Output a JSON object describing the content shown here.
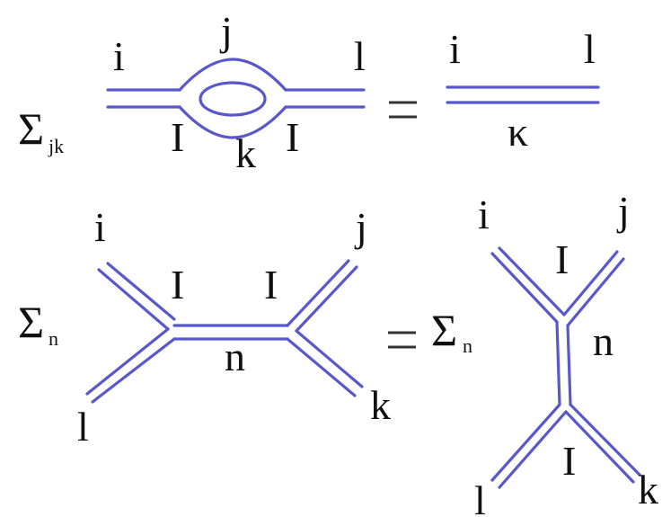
{
  "colors": {
    "line": "#5858cc",
    "text": "#111111",
    "background": "#ffffff"
  },
  "top_equation": {
    "sum_symbol": "Σ",
    "sum_subscript": "jk",
    "lhs_labels": {
      "i": "i",
      "j": "j",
      "l": "l",
      "I_left": "I",
      "k": "k",
      "I_right": "I"
    },
    "equals": "=",
    "rhs_labels": {
      "i": "i",
      "l": "l",
      "kappa": "κ"
    }
  },
  "bottom_equation": {
    "lhs_sum_symbol": "Σ",
    "lhs_sum_subscript": "n",
    "lhs_labels": {
      "i": "i",
      "j": "j",
      "I_left": "I",
      "I_right": "I",
      "n": "n",
      "l": "l",
      "k": "k"
    },
    "equals": "=",
    "rhs_sum_symbol": "Σ",
    "rhs_sum_subscript": "n",
    "rhs_labels": {
      "i": "i",
      "j": "j",
      "I_top": "I",
      "n": "n",
      "I_bottom": "I",
      "l": "l",
      "k": "k"
    }
  }
}
